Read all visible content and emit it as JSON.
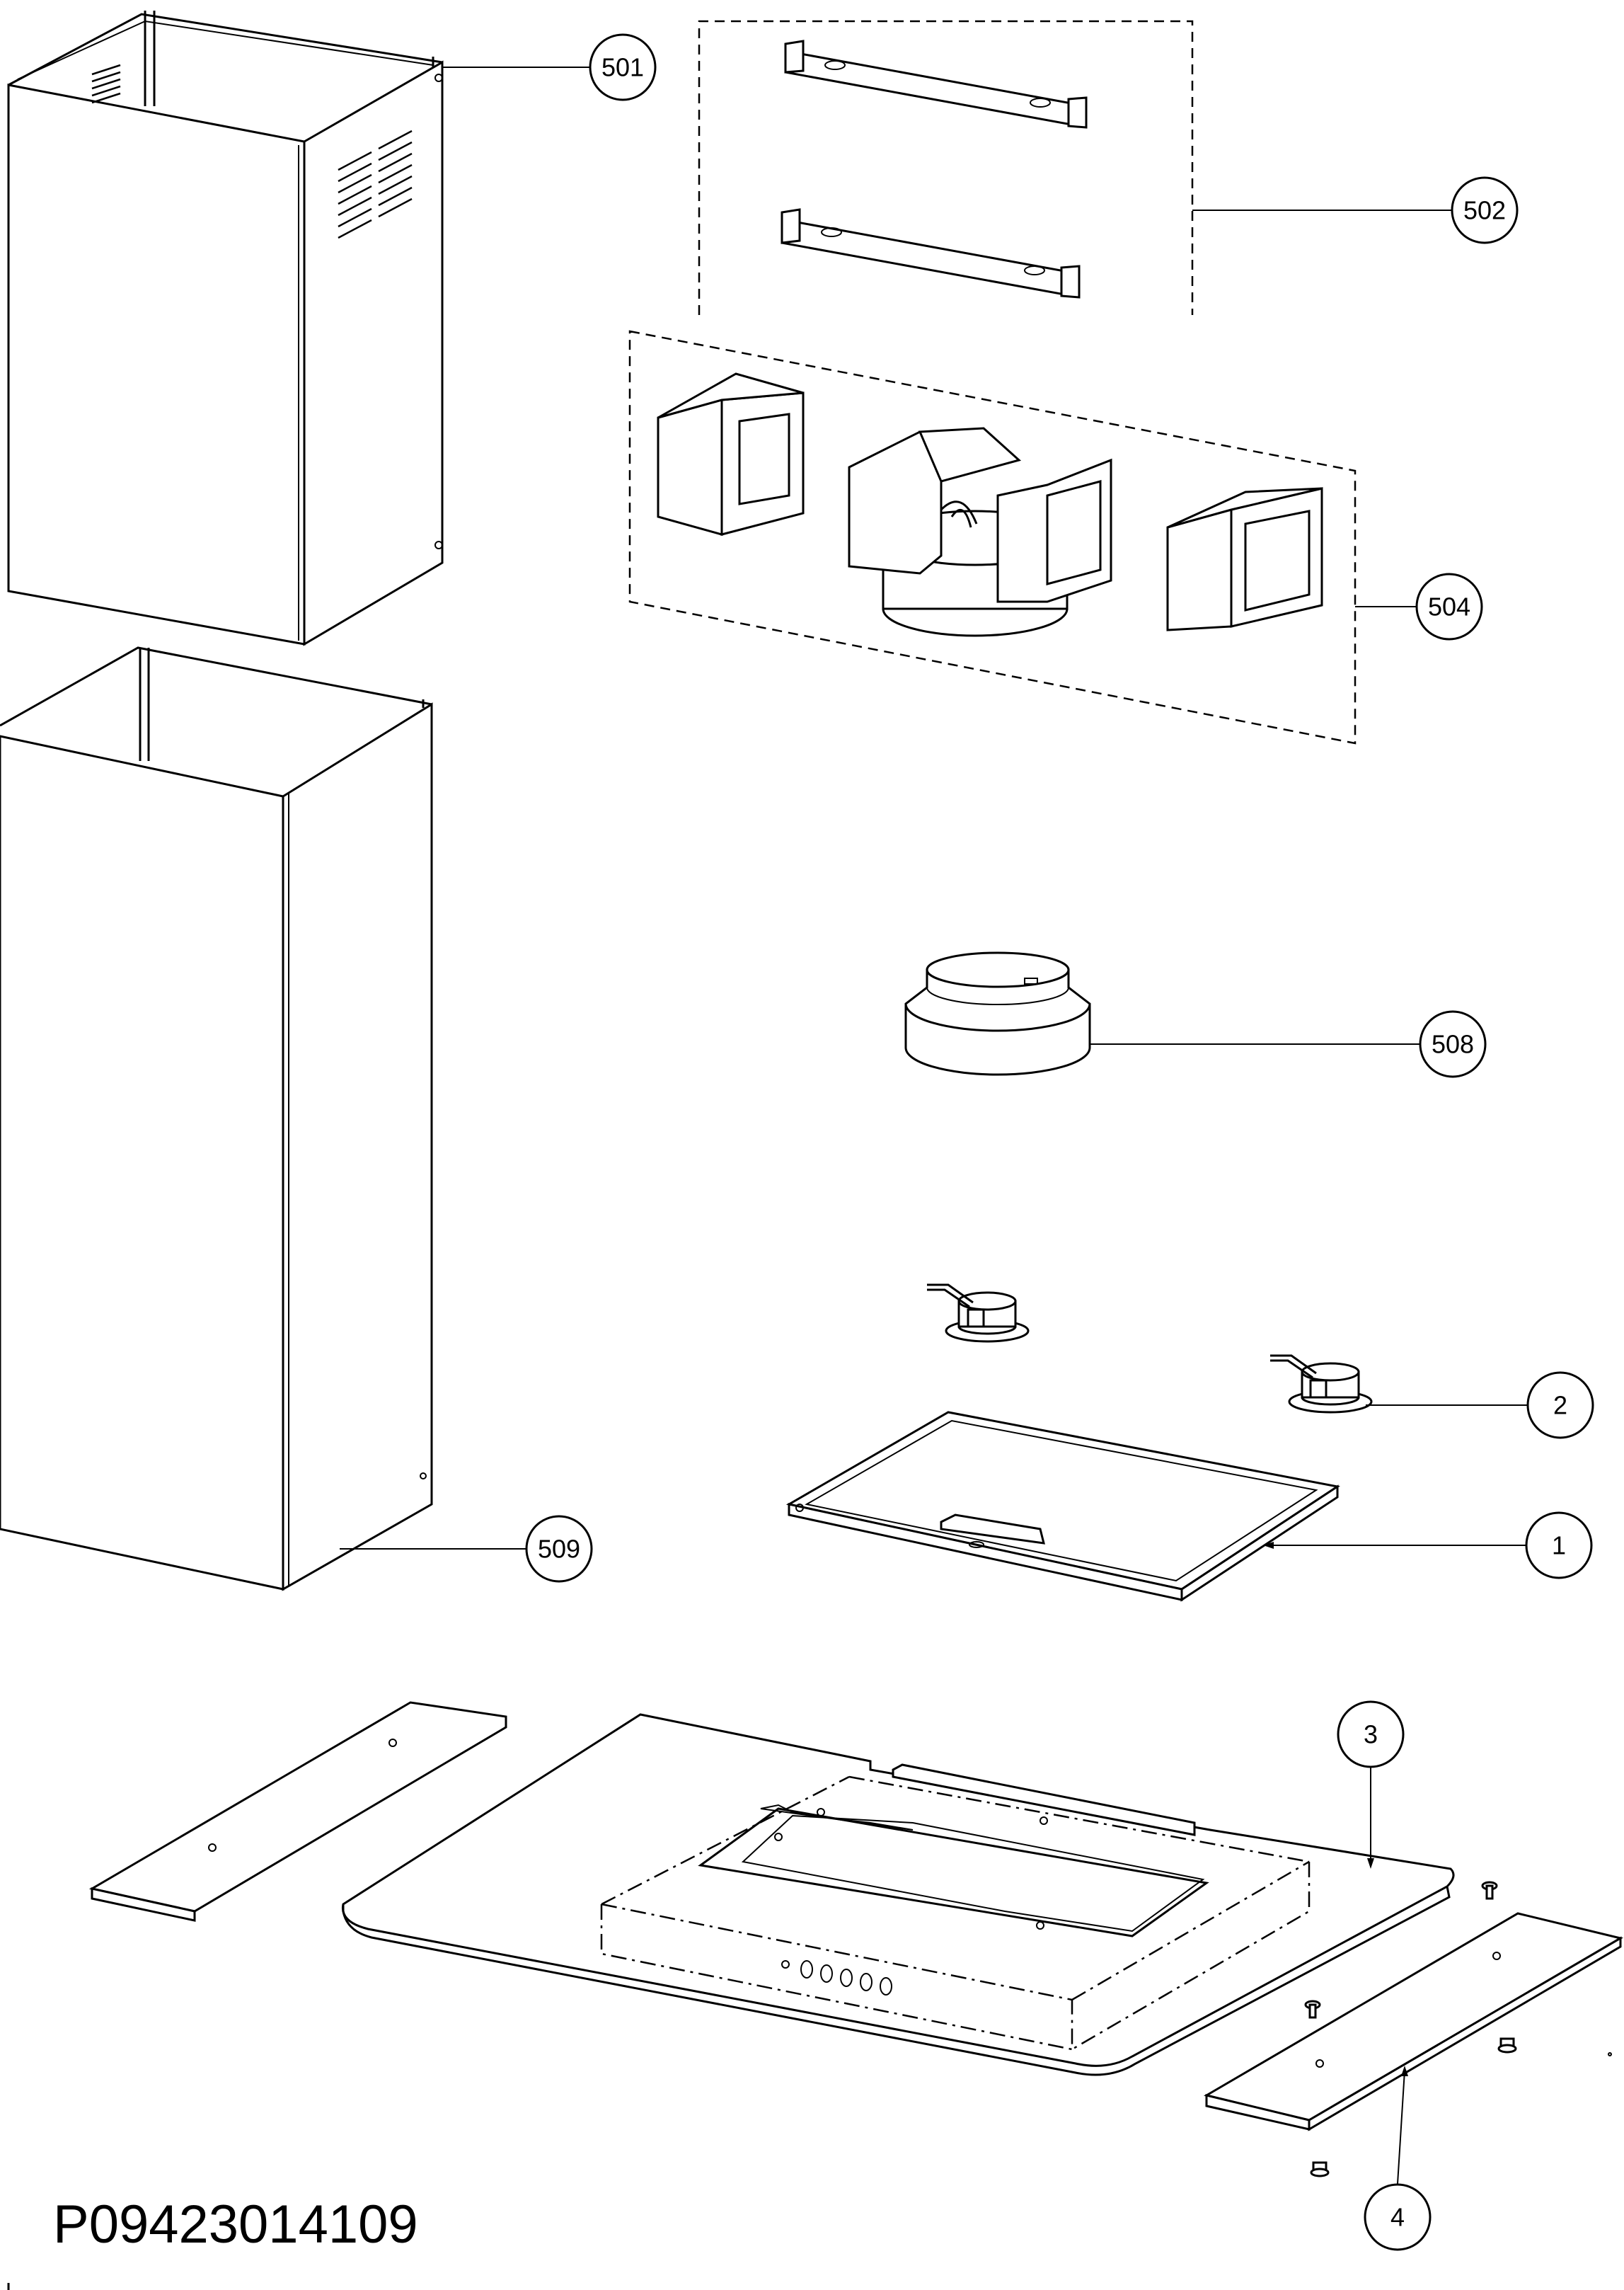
{
  "diagram": {
    "document_code": "P09423014109",
    "callouts": [
      {
        "id": "501",
        "label": "501"
      },
      {
        "id": "502",
        "label": "502"
      },
      {
        "id": "504",
        "label": "504"
      },
      {
        "id": "508",
        "label": "508"
      },
      {
        "id": "509",
        "label": "509"
      },
      {
        "id": "2",
        "label": "2"
      },
      {
        "id": "1",
        "label": "1"
      },
      {
        "id": "3",
        "label": "3"
      },
      {
        "id": "4",
        "label": "4"
      }
    ]
  }
}
